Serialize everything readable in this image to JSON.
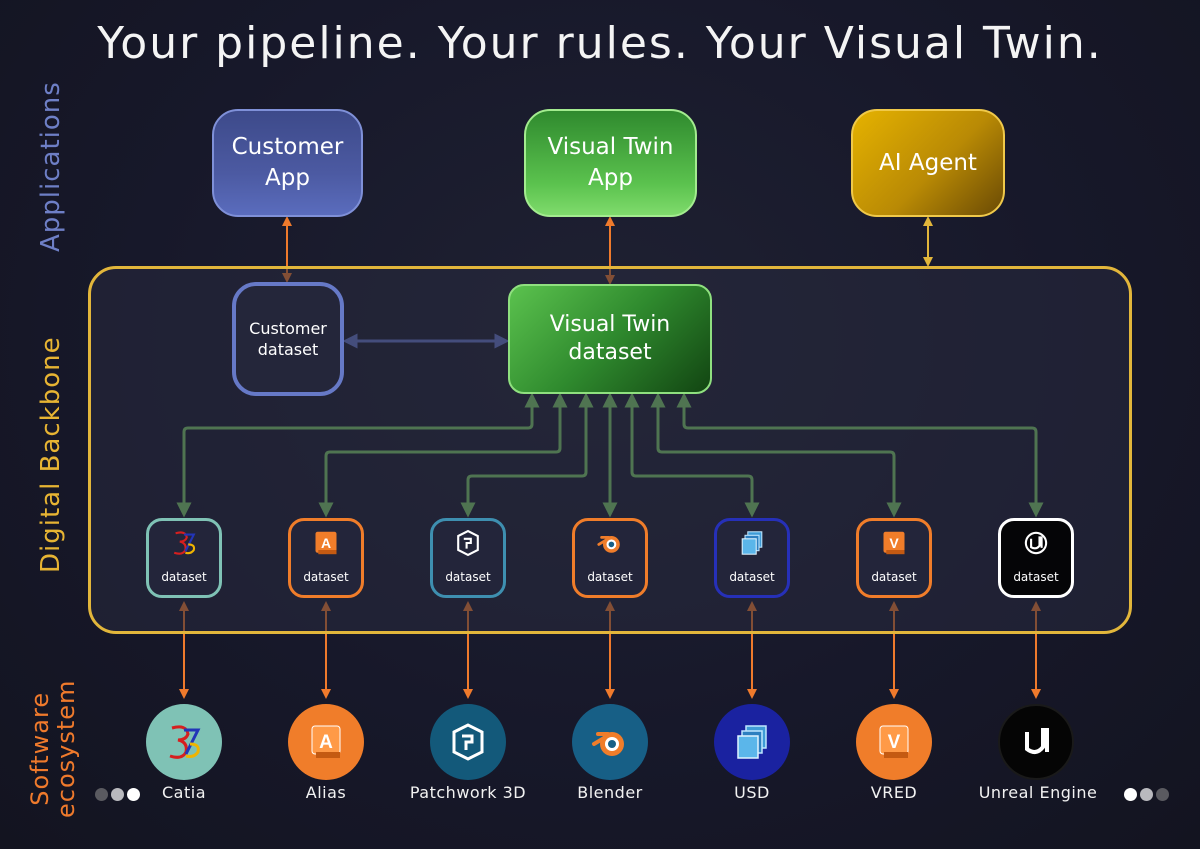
{
  "title": "Your pipeline. Your rules. Your Visual Twin.",
  "side_labels": {
    "applications": "Applications",
    "digital_backbone": "Digital Backbone",
    "software_line1": "Software",
    "software_line2": "ecosystem"
  },
  "apps": {
    "customer_app_line1": "Customer",
    "customer_app_line2": "App",
    "vt_app_line1": "Visual Twin",
    "vt_app_line2": "App",
    "ai_agent": "AI Agent"
  },
  "backbone": {
    "customer_dataset_line1": "Customer",
    "customer_dataset_line2": "dataset",
    "vt_dataset_line1": "Visual Twin",
    "vt_dataset_line2": "dataset"
  },
  "dataset_label": "dataset",
  "software": [
    {
      "name": "Catia",
      "icon": "catia-3ds-icon",
      "color": "#7fc2b5"
    },
    {
      "name": "Alias",
      "icon": "alias-a-icon",
      "color": "#f07d2a"
    },
    {
      "name": "Patchwork 3D",
      "icon": "patchwork-3d-icon",
      "color": "#13597a"
    },
    {
      "name": "Blender",
      "icon": "blender-icon",
      "color": "#175f86"
    },
    {
      "name": "USD",
      "icon": "usd-layers-icon",
      "color": "#1a22a0"
    },
    {
      "name": "VRED",
      "icon": "vred-v-icon",
      "color": "#f07d2a"
    },
    {
      "name": "Unreal Engine",
      "icon": "unreal-engine-icon",
      "color": "#050505"
    }
  ],
  "colors": {
    "accent_orange": "#ef7a2c",
    "accent_green": "#7fcf69",
    "accent_blue": "#6679c7",
    "backbone_border": "#e2b63b"
  }
}
